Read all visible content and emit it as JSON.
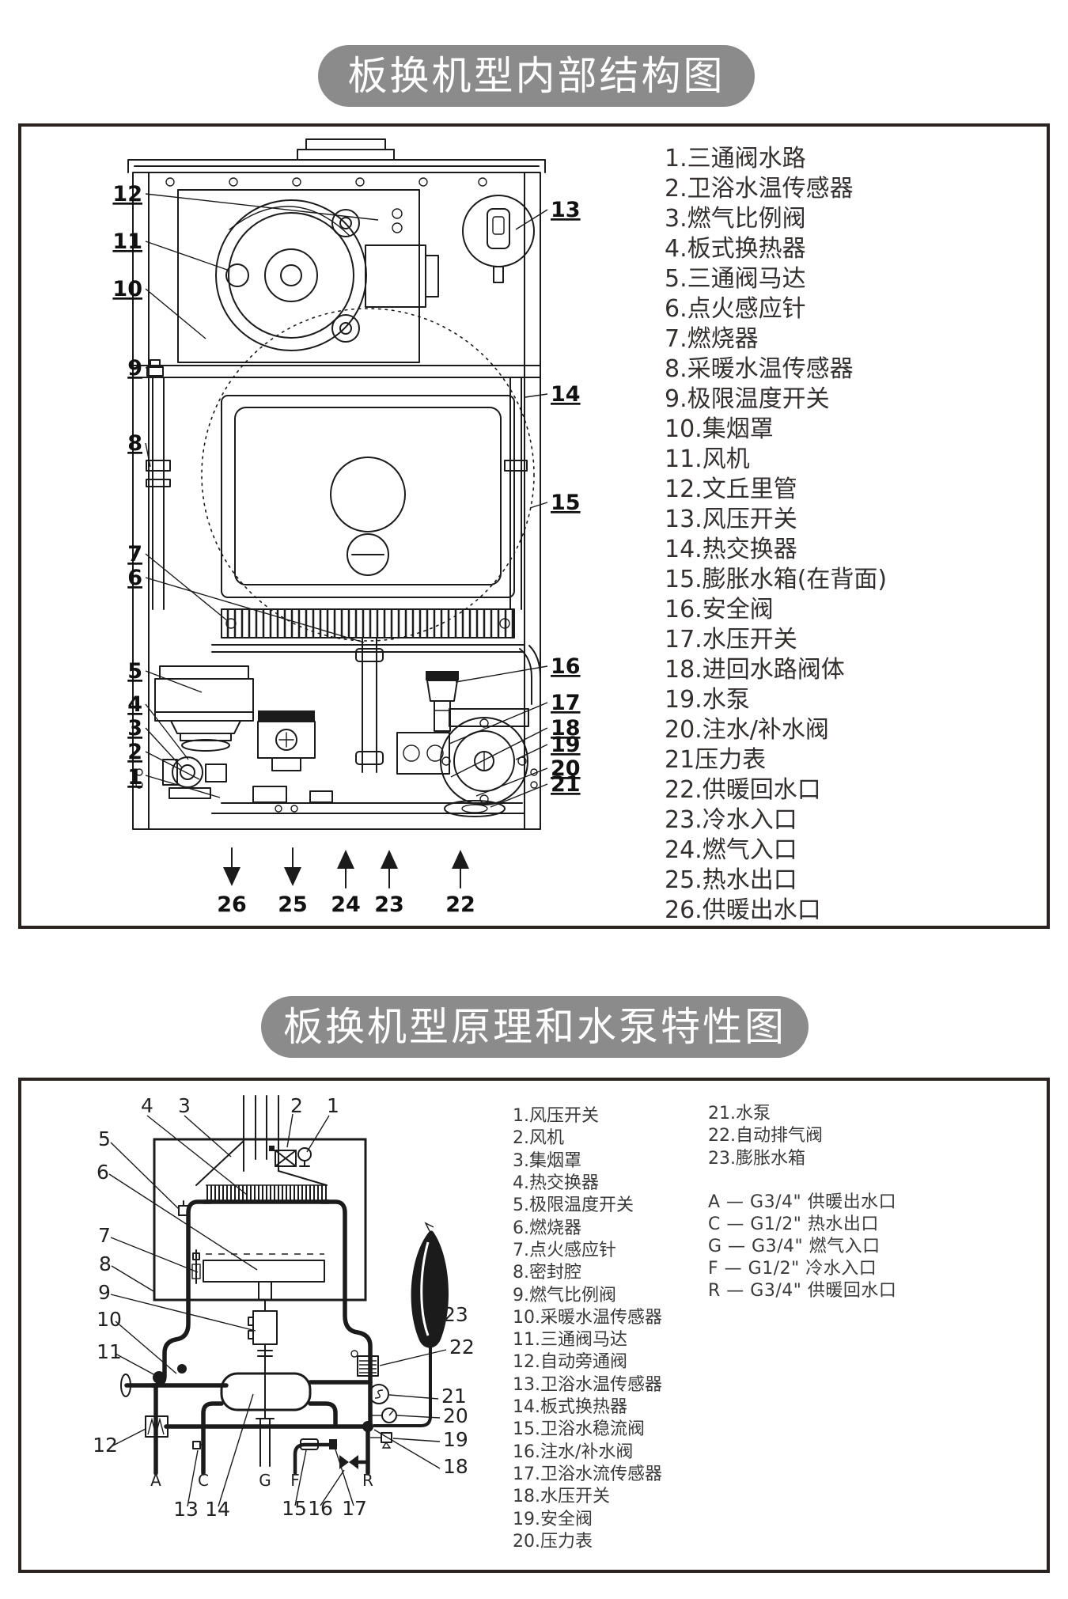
{
  "section1": {
    "title": "板换机型内部结构图",
    "legend": [
      "1.三通阀水路",
      "2.卫浴水温传感器",
      "3.燃气比例阀",
      "4.板式换热器",
      "5.三通阀马达",
      "6.点火感应针",
      "7.燃烧器",
      "8.采暖水温传感器",
      "9.极限温度开关",
      "10.集烟罩",
      "11.风机",
      "12.文丘里管",
      "13.风压开关",
      "14.热交换器",
      "15.膨胀水箱(在背面)",
      "16.安全阀",
      "17.水压开关",
      "18.进回水路阀体",
      "19.水泵",
      "20.注水/补水阀",
      "21压力表",
      "22.供暖回水口",
      "23.冷水入口",
      "24.燃气入口",
      "25.热水出口",
      "26.供暖出水口"
    ],
    "callout_labels": {
      "1": "1",
      "2": "2",
      "3": "3",
      "4": "4",
      "5": "5",
      "6": "6",
      "7": "7",
      "8": "8",
      "9": "9",
      "10": "10",
      "11": "11",
      "12": "12",
      "13": "13",
      "14": "14",
      "15": "15",
      "16": "16",
      "17": "17",
      "18": "18",
      "19": "19",
      "20": "20",
      "21": "21",
      "22": "22",
      "23": "23",
      "24": "24",
      "25": "25",
      "26": "26"
    }
  },
  "section2": {
    "title": "板换机型原理和水泵特性图",
    "legend_col1": [
      "1.风压开关",
      "2.风机",
      "3.集烟罩",
      "4.热交换器",
      "5.极限温度开关",
      "6.燃烧器",
      "7.点火感应针",
      "8.密封腔",
      "9.燃气比例阀",
      "10.采暖水温传感器",
      "11.三通阀马达",
      "12.自动旁通阀",
      "13.卫浴水温传感器",
      "14.板式换热器",
      "15.卫浴水稳流阀",
      "16.注水/补水阀",
      "17.卫浴水流传感器",
      "18.水压开关",
      "19.安全阀",
      "20.压力表"
    ],
    "legend_col2": [
      "21.水泵",
      "22.自动排气阀",
      "23.膨胀水箱"
    ],
    "ports": [
      "A — G3/4\"  供暖出水口",
      "C — G1/2\"  热水出口",
      "G — G3/4\"  燃气入口",
      "F — G1/2\"  冷水入口",
      "R — G3/4\"  供暖回水口"
    ],
    "callout_labels": {
      "1": "1",
      "2": "2",
      "3": "3",
      "4": "4",
      "5": "5",
      "6": "6",
      "7": "7",
      "8": "8",
      "9": "9",
      "10": "10",
      "11": "11",
      "12": "12",
      "13": "13",
      "14": "14",
      "15": "15",
      "16": "16",
      "17": "17",
      "18": "18",
      "19": "19",
      "20": "20",
      "21": "21",
      "22": "22",
      "23": "23"
    },
    "port_letters": {
      "A": "A",
      "C": "C",
      "G": "G",
      "F": "F",
      "R": "R"
    }
  }
}
